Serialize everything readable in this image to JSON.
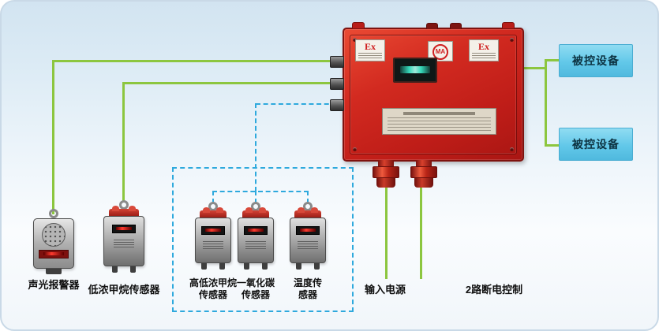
{
  "colors": {
    "wire_green": "#8CC63F",
    "dashed_blue": "#2EA9DD",
    "enclosure_red": "#C8211C",
    "device_box_blue": "#63C9EA"
  },
  "main_unit": {
    "plate_ex_left": "Ex",
    "plate_ma": "MA",
    "plate_ex_right": "Ex"
  },
  "controlled_devices": [
    {
      "label": "被控设备"
    },
    {
      "label": "被控设备"
    }
  ],
  "field_devices": {
    "alarm": {
      "label": "声光报警器"
    },
    "low_methane": {
      "label": "低浓甲烷传感器"
    },
    "grouped": [
      {
        "line1": "高低浓甲烷",
        "line2": "传感器"
      },
      {
        "line1": "一氧化碳",
        "line2": "传感器"
      },
      {
        "line1": "温度传",
        "line2": "感器"
      }
    ]
  },
  "bottom_labels": {
    "input_power": "输入电源",
    "cutoff_control": "2路断电控制"
  }
}
